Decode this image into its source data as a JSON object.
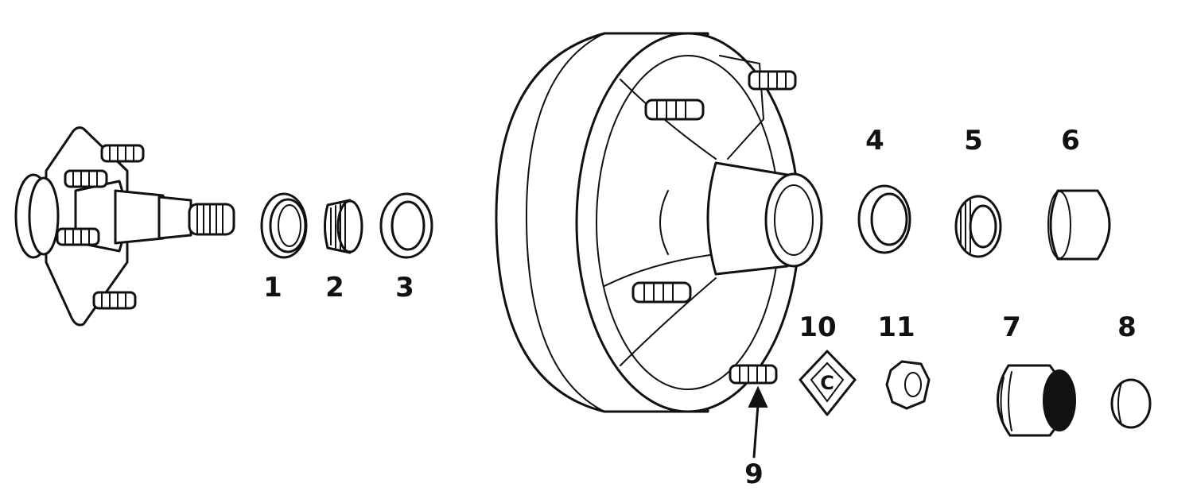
{
  "callouts": {
    "n1": "1",
    "n2": "2",
    "n3": "3",
    "n4": "4",
    "n5": "5",
    "n6": "6",
    "n7": "7",
    "n8": "8",
    "n9": "9",
    "n10": "10",
    "n11": "11"
  },
  "colors": {
    "line": "#111111",
    "background": "#ffffff"
  }
}
